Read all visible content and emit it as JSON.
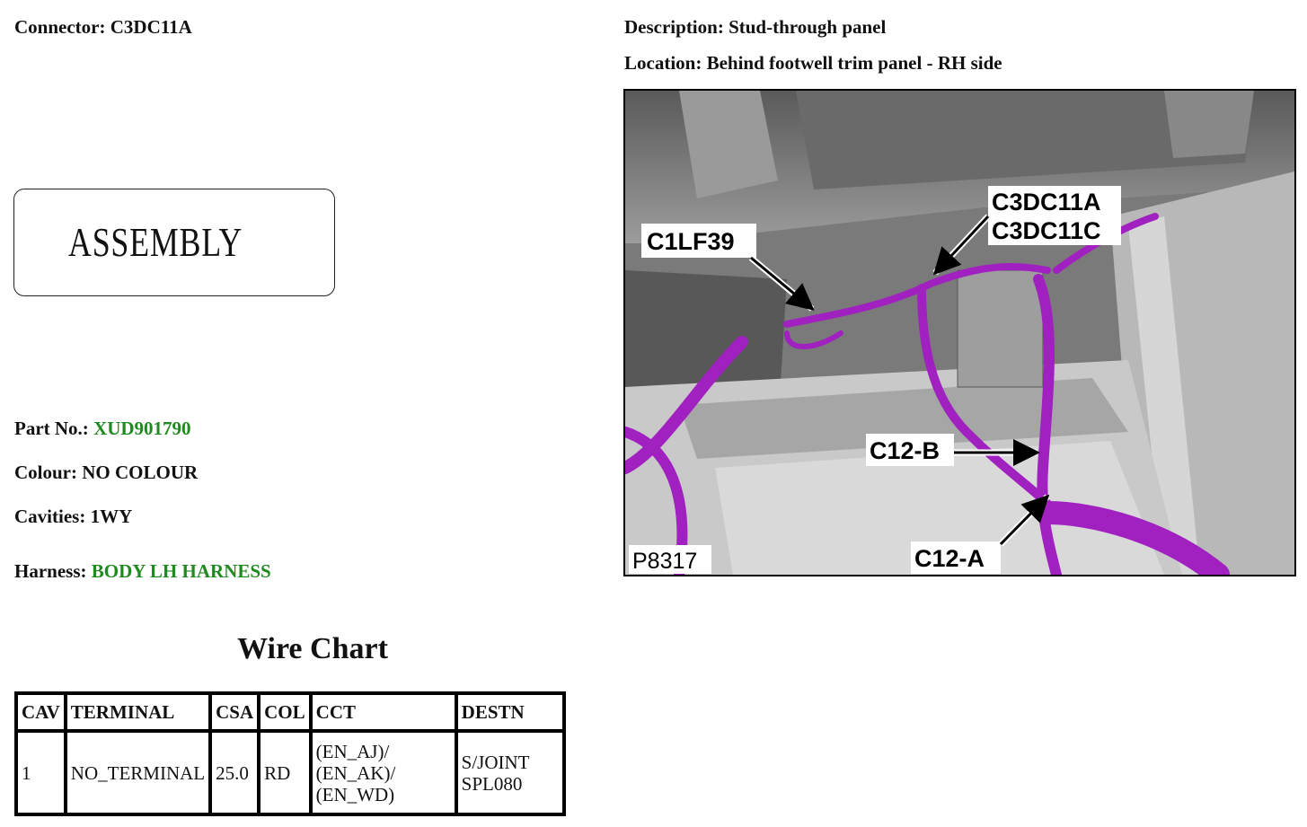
{
  "header": {
    "connector_label": "Connector:",
    "connector_value": "C3DC11A",
    "description_label": "Description:",
    "description_value": "Stud-through panel",
    "location_label": "Location:",
    "location_value": "Behind footwell trim panel - RH side"
  },
  "assembly": {
    "text": "ASSEMBLY"
  },
  "details": {
    "part_no_label": "Part No.:",
    "part_no_value": "XUD901790",
    "colour_label": "Colour:",
    "colour_value": "NO COLOUR",
    "cavities_label": "Cavities:",
    "cavities_value": "1WY",
    "harness_label": "Harness:",
    "harness_value": "BODY LH HARNESS"
  },
  "wire_chart": {
    "title": "Wire Chart",
    "columns": [
      "CAV",
      "TERMINAL",
      "CSA",
      "COL",
      "CCT",
      "DESTN"
    ],
    "rows": [
      [
        "1",
        "NO_TERMINAL",
        "25.0",
        "RD",
        "(EN_AJ)/\n(EN_AK)/\n(EN_WD)",
        "S/JOINT\nSPL080"
      ]
    ]
  },
  "photo": {
    "callouts": {
      "c1lf39": "C1LF39",
      "c3dc11a": "C3DC11A",
      "c3dc11c": "C3DC11C",
      "c12b": "C12-B",
      "c12a": "C12-A",
      "figure_id": "P8317"
    },
    "colors": {
      "harness": "#a020c0",
      "panel": "#8a8a8a",
      "background": "#6e6e6e"
    }
  }
}
